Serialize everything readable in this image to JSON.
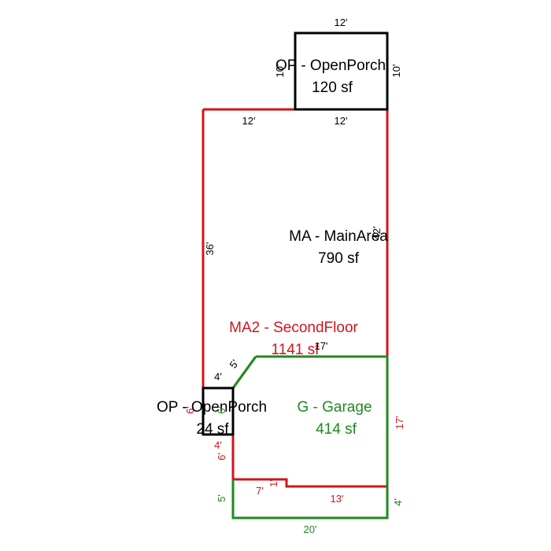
{
  "colors": {
    "black": "#000000",
    "red": "#d0151c",
    "green": "#1f8a1f"
  },
  "areas": {
    "top_porch": {
      "name": "OP - OpenPorch",
      "size": "120 sf"
    },
    "main_area": {
      "name": "MA - MainArea",
      "size": "790 sf"
    },
    "second_floor": {
      "name": "MA2 - SecondFloor",
      "size": "1141 sf"
    },
    "small_porch": {
      "name": "OP - OpenPorch",
      "size": "24 sf"
    },
    "garage": {
      "name": "G - Garage",
      "size": "414 sf"
    }
  },
  "dimensions": {
    "porch_top": "12'",
    "porch_left": "10'",
    "porch_right": "10'",
    "main_top_left": "12'",
    "main_top_right": "12'",
    "main_left": "36'",
    "main_right": "42'",
    "garage_top": "17'",
    "diagonal": "5'",
    "small_porch_top": "4'",
    "small_porch_left": "6'",
    "small_porch_right": "6'",
    "small_porch_bottom": "4'",
    "lower_left_red": "6'",
    "step_left": "7'",
    "step_vertical": "1'",
    "step_right": "13'",
    "garage_right": "17'",
    "bottom_left": "5'",
    "bottom_right": "4'",
    "bottom": "20'"
  }
}
